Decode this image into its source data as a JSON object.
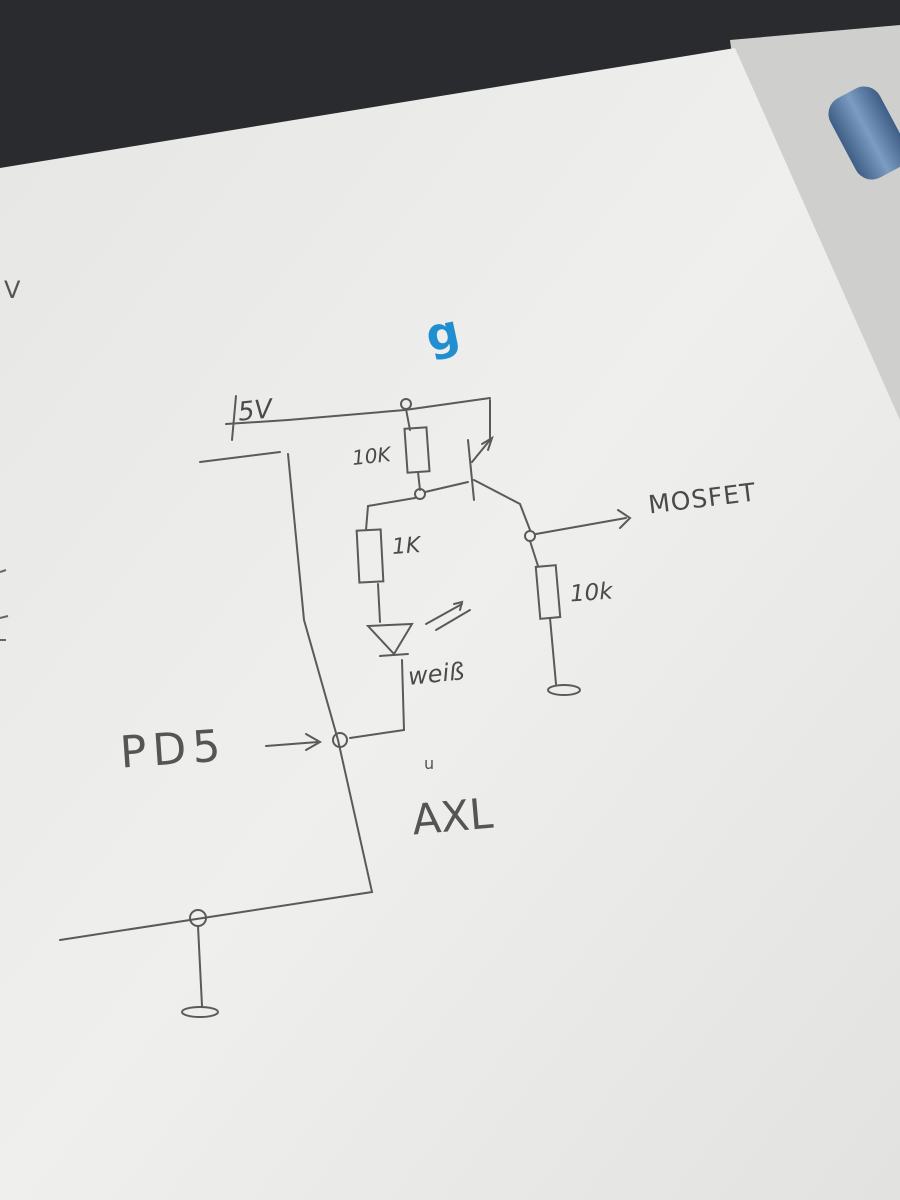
{
  "diagram": {
    "labels": {
      "supply": "5V",
      "resistor_top": "10K",
      "resistor_led": "1K",
      "resistor_out": "10k",
      "led": "weiß",
      "output": "MOSFET",
      "input_pin": "PD5",
      "net": "AXL",
      "net_mark": "u",
      "blue_mark": "g",
      "edge_fragment": "V"
    }
  },
  "colors": {
    "desk": "#2a2b2e",
    "paper": "#ececea",
    "pencil": "#555555",
    "blue_ink": "#1f8fd0",
    "pen_body": "#5b7fa6"
  }
}
